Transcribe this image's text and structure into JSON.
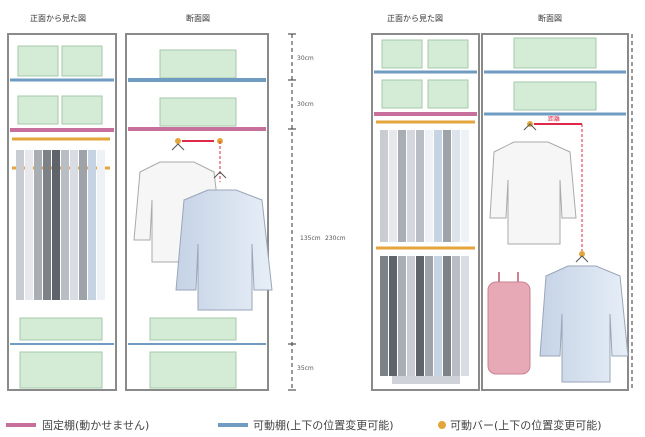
{
  "titles": {
    "left_front": "正面から見た図",
    "left_section": "断面図",
    "right_front": "正面から見た図",
    "right_section": "断面図"
  },
  "dimensions": {
    "d30a": "30cm",
    "d30b": "30cm",
    "d135": "135cm",
    "d230": "230cm",
    "d35": "35cm"
  },
  "callout": {
    "label": "距離"
  },
  "legend": {
    "fixed_shelf": "固定棚(動かせません)",
    "movable_shelf": "可動棚(上下の位置変更可能)",
    "movable_bar": "可動バー(上下の位置変更可能)"
  },
  "colors": {
    "fixed_shelf": "#c8709c",
    "movable_shelf": "#6f9cc0",
    "movable_bar": "#e3a53c",
    "box_fill": "#d4ecd6",
    "box_stroke": "#a6c8aa",
    "cabinet": "#8a8a8a",
    "dimension_red": "#e0284a",
    "suitcase": "#e8a9b6"
  }
}
